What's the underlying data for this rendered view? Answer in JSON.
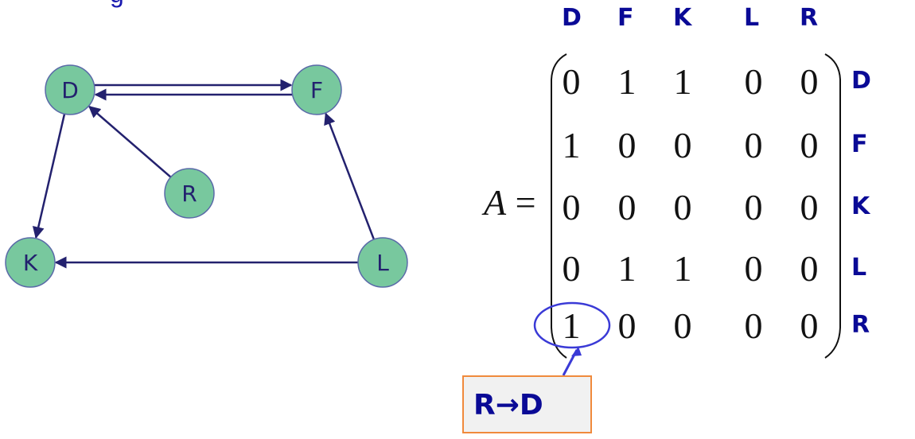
{
  "title_fragment": "g",
  "graph": {
    "nodes": [
      {
        "id": "D",
        "label": "D"
      },
      {
        "id": "F",
        "label": "F"
      },
      {
        "id": "R",
        "label": "R"
      },
      {
        "id": "K",
        "label": "K"
      },
      {
        "id": "L",
        "label": "L"
      }
    ],
    "edges": [
      {
        "from": "D",
        "to": "F"
      },
      {
        "from": "F",
        "to": "D"
      },
      {
        "from": "R",
        "to": "D"
      },
      {
        "from": "D",
        "to": "K"
      },
      {
        "from": "L",
        "to": "K"
      },
      {
        "from": "L",
        "to": "F"
      }
    ],
    "node_fill": "#78c89e",
    "node_stroke": "#5a6aa8",
    "edge_color": "#23216e"
  },
  "matrix": {
    "name": "A",
    "equals": "=",
    "column_labels": [
      "D",
      "F",
      "K",
      "L",
      "R"
    ],
    "row_labels": [
      "D",
      "F",
      "K",
      "L",
      "R"
    ],
    "rows": [
      [
        "0",
        "1",
        "1",
        "0",
        "0"
      ],
      [
        "1",
        "0",
        "0",
        "0",
        "0"
      ],
      [
        "0",
        "0",
        "0",
        "0",
        "0"
      ],
      [
        "0",
        "1",
        "1",
        "0",
        "0"
      ],
      [
        "1",
        "0",
        "0",
        "0",
        "0"
      ]
    ],
    "label_color": "#0a0a96"
  },
  "callout": {
    "text": "R→D",
    "highlight_row": 4,
    "highlight_col": 0,
    "circle_color": "#3a3ad6",
    "border_color": "#f08a3c"
  }
}
